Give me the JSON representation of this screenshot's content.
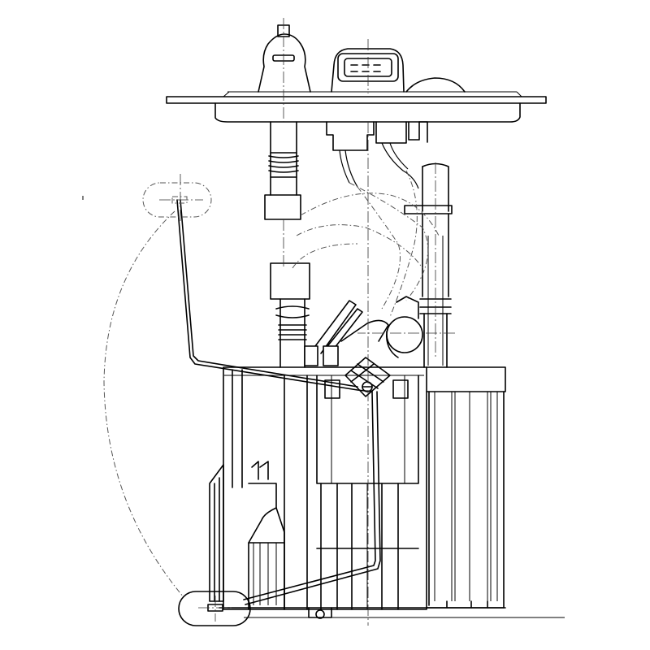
{
  "drawing": {
    "colors": {
      "line": "#000000",
      "background": "#ffffff",
      "phantom": "#555555"
    },
    "parts": [
      "flange-plate",
      "hose-fitting",
      "electrical-connector",
      "vent-dome",
      "upper-fuel-tube",
      "upper-filter-cap",
      "lower-filter",
      "lower-fuel-tube",
      "wire-harness",
      "float-arm",
      "float-upper-position",
      "float-lower-position",
      "level-sensor",
      "swirl-pot-reservoir",
      "fuel-pump",
      "guide-rod",
      "reservoir-base"
    ]
  }
}
